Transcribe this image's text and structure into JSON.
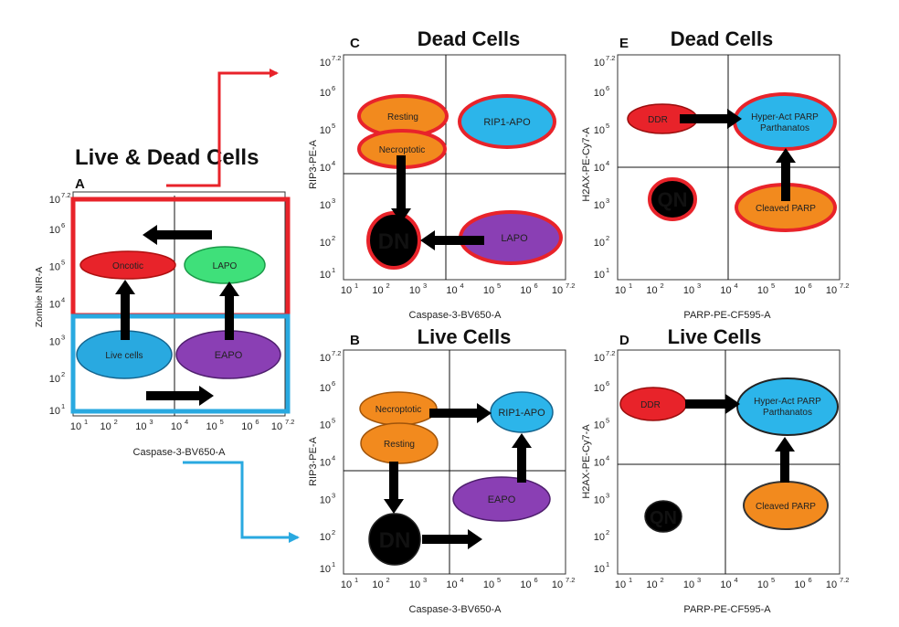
{
  "figure": {
    "main_title": "Live & Dead Cells",
    "colors": {
      "red": "#e8232a",
      "blue": "#29a9e0",
      "orange": "#f28a1e",
      "purple": "#8a3fb4",
      "green": "#3fe07a",
      "cyan": "#2cb5ea",
      "black": "#000000"
    },
    "panels": {
      "A": {
        "letter": "A",
        "title": "",
        "xlabel": "Caspase-3-BV650-A",
        "ylabel": "Zombie NIR-A",
        "ticks": [
          "10",
          "10",
          "10",
          "10",
          "10",
          "10",
          "10"
        ],
        "exps": [
          "1",
          "2",
          "3",
          "4",
          "5",
          "6",
          "7.2"
        ],
        "pops": {
          "oncotic": "Oncotic",
          "lapo": "LAPO",
          "live": "Live cells",
          "eapo": "EAPO"
        }
      },
      "B": {
        "letter": "B",
        "title": "Live Cells",
        "xlabel": "Caspase-3-BV650-A",
        "ylabel": "RIP3-PE-A",
        "ticks": [
          "10",
          "10",
          "10",
          "10",
          "10",
          "10",
          "10"
        ],
        "exps": [
          "1",
          "2",
          "3",
          "4",
          "5",
          "6",
          "7.2"
        ],
        "pops": {
          "necroptotic": "Necroptotic",
          "resting": "Resting",
          "rip1apo": "RIP1-APO",
          "eapo": "EAPO",
          "dn": "DN"
        }
      },
      "C": {
        "letter": "C",
        "title": "Dead Cells",
        "xlabel": "Caspase-3-BV650-A",
        "ylabel": "RIP3-PE-A",
        "ticks": [
          "10",
          "10",
          "10",
          "10",
          "10",
          "10",
          "10"
        ],
        "exps": [
          "1",
          "2",
          "3",
          "4",
          "5",
          "6",
          "7.2"
        ],
        "pops": {
          "resting": "Resting",
          "necroptotic": "Necroptotic",
          "rip1apo": "RIP1-APO",
          "lapo": "LAPO",
          "dn": "DN"
        }
      },
      "D": {
        "letter": "D",
        "title": "Live Cells",
        "xlabel": "PARP-PE-CF595-A",
        "ylabel": "H2AX-PE-Cy7-A",
        "ticks": [
          "10",
          "10",
          "10",
          "10",
          "10",
          "10",
          "10"
        ],
        "exps": [
          "1",
          "2",
          "3",
          "4",
          "5",
          "6",
          "7.2"
        ],
        "pops": {
          "ddr": "DDR",
          "hyper": "Hyper-Act PARP",
          "hyper2": "Parthanatos",
          "cleaved": "Cleaved PARP",
          "qn": "QN"
        }
      },
      "E": {
        "letter": "E",
        "title": "Dead Cells",
        "xlabel": "PARP-PE-CF595-A",
        "ylabel": "H2AX-PE-Cy7-A",
        "ticks": [
          "10",
          "10",
          "10",
          "10",
          "10",
          "10",
          "10"
        ],
        "exps": [
          "1",
          "2",
          "3",
          "4",
          "5",
          "6",
          "7.2"
        ],
        "pops": {
          "ddr": "DDR",
          "hyper": "Hyper-Act PARP",
          "hyper2": "Parthanatos",
          "cleaved": "Cleaved PARP",
          "qn": "QN"
        }
      }
    }
  }
}
